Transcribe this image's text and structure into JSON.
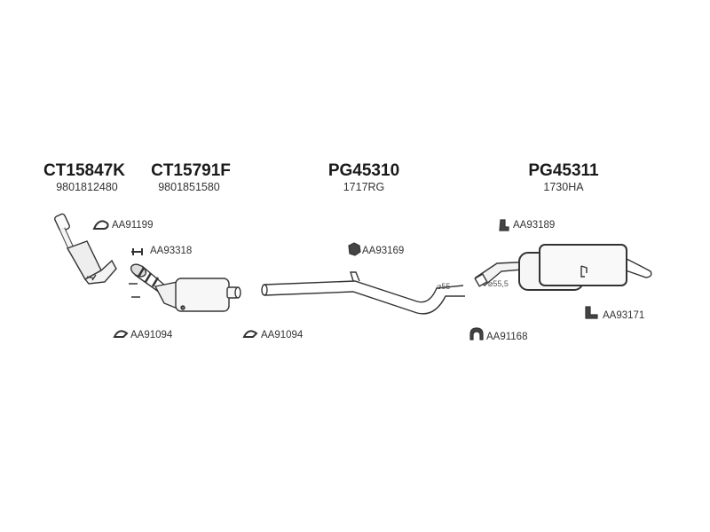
{
  "groups": [
    {
      "part_number": "CT15847K",
      "oe_number": "9801812480"
    },
    {
      "part_number": "CT15791F",
      "oe_number": "9801851580"
    },
    {
      "part_number": "PG45310",
      "oe_number": "1717RG"
    },
    {
      "part_number": "PG45311",
      "oe_number": "1730HA"
    }
  ],
  "accessories": [
    {
      "code": "AA91199",
      "icon": "clamp-icon"
    },
    {
      "code": "AA93318",
      "icon": "bolt-spring-icon"
    },
    {
      "code": "AA91094",
      "icon": "clamp-icon"
    },
    {
      "code": "AA91094",
      "icon": "clamp-icon"
    },
    {
      "code": "AA93169",
      "icon": "rubber-mount-icon"
    },
    {
      "code": "AA93189",
      "icon": "hanger-icon"
    },
    {
      "code": "AA91168",
      "icon": "u-clamp-icon"
    },
    {
      "code": "AA93171",
      "icon": "hanger-icon"
    }
  ],
  "diameters": [
    "⌀55",
    "⌀55,5"
  ]
}
